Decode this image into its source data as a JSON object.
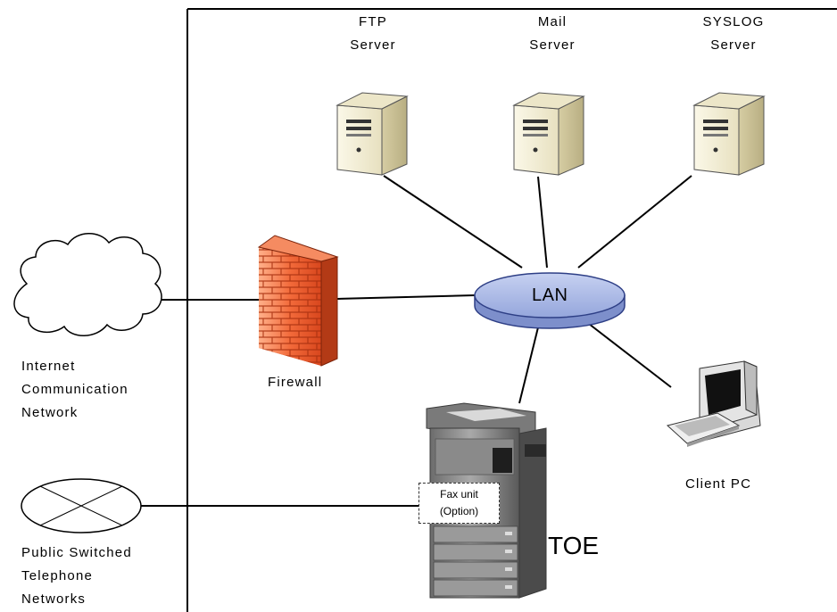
{
  "nodes": {
    "ftp_server": {
      "line1": "FTP",
      "line2": "Server",
      "icon": "server-icon"
    },
    "mail_server": {
      "line1": "Mail",
      "line2": "Server",
      "icon": "server-icon"
    },
    "syslog_server": {
      "line1": "SYSLOG",
      "line2": "Server",
      "icon": "server-icon"
    },
    "firewall": {
      "label": "Firewall",
      "icon": "firewall-brick-icon"
    },
    "lan": {
      "label": "LAN"
    },
    "internet": {
      "line1": "Internet",
      "line2": "Communication",
      "line3": "Network",
      "icon": "cloud-icon"
    },
    "pstn": {
      "line1": "Public Switched",
      "line2": "Telephone",
      "line3": "Networks",
      "icon": "telephone-network-icon"
    },
    "client_pc": {
      "label": "Client PC",
      "icon": "desktop-pc-icon"
    },
    "toe": {
      "label": "TOE",
      "icon": "multifunction-printer-icon"
    },
    "fax_unit": {
      "line1": "Fax unit",
      "line2": "(Option)"
    }
  },
  "colors": {
    "lan_fill": "#a9b8e6",
    "lan_stroke": "#2e3f86",
    "firewall_fill": "#ef6a3c",
    "server_fill": "#f5f0d8"
  }
}
